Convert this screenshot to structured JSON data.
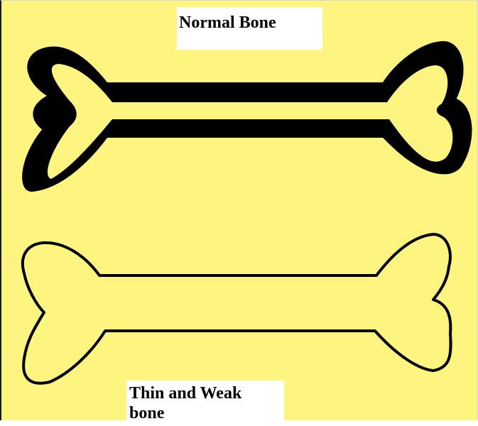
{
  "labels": {
    "normal_bone": "Normal Bone",
    "thin_weak_bone_line1": "Thin and Weak",
    "thin_weak_bone_line2": "bone"
  },
  "colors": {
    "background": "#fef580",
    "outline": "#000000",
    "label_box": "#ffffff"
  }
}
